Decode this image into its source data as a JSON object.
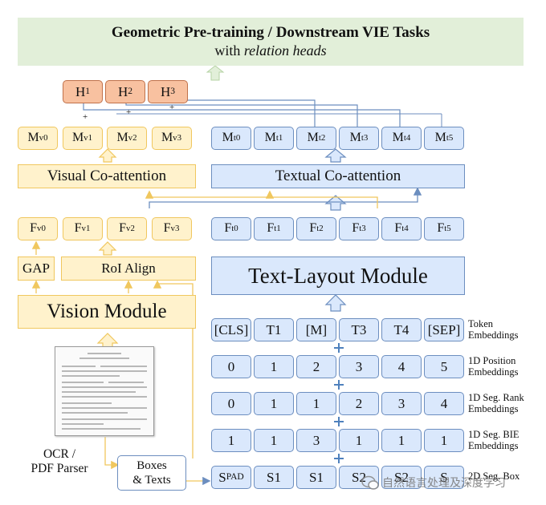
{
  "header": {
    "title": "Geometric Pre-training / Downstream VIE Tasks",
    "subtitle_prefix": "with ",
    "subtitle_em": "relation heads"
  },
  "heads": [
    {
      "base": "H",
      "sub": "1"
    },
    {
      "base": "H",
      "sub": "2"
    },
    {
      "base": "H",
      "sub": "3"
    }
  ],
  "plus_sign": "+",
  "visual_outputs": [
    {
      "base": "M",
      "sub": "v0"
    },
    {
      "base": "M",
      "sub": "v1"
    },
    {
      "base": "M",
      "sub": "v2"
    },
    {
      "base": "M",
      "sub": "v3"
    }
  ],
  "textual_outputs": [
    {
      "base": "M",
      "sub": "t0"
    },
    {
      "base": "M",
      "sub": "t1"
    },
    {
      "base": "M",
      "sub": "t2"
    },
    {
      "base": "M",
      "sub": "t3"
    },
    {
      "base": "M",
      "sub": "t4"
    },
    {
      "base": "M",
      "sub": "t5"
    }
  ],
  "visual_coattention": "Visual Co-attention",
  "textual_coattention": "Textual Co-attention",
  "visual_features": [
    {
      "base": "F",
      "sub": "v0"
    },
    {
      "base": "F",
      "sub": "v1"
    },
    {
      "base": "F",
      "sub": "v2"
    },
    {
      "base": "F",
      "sub": "v3"
    }
  ],
  "text_features": [
    {
      "base": "F",
      "sub": "t0"
    },
    {
      "base": "F",
      "sub": "t1"
    },
    {
      "base": "F",
      "sub": "t2"
    },
    {
      "base": "F",
      "sub": "t3"
    },
    {
      "base": "F",
      "sub": "t4"
    },
    {
      "base": "F",
      "sub": "t5"
    }
  ],
  "gap": "GAP",
  "roi_align": "RoI Align",
  "vision_module": "Vision Module",
  "text_layout_module": "Text-Layout Module",
  "parser_label": "OCR /\nPDF Parser",
  "boxes_texts": "Boxes\n& Texts",
  "embedding_rows": [
    {
      "label": "Token\nEmbeddings",
      "cells": [
        {
          "base": "[CLS]"
        },
        {
          "base": "T1"
        },
        {
          "base": "[M]"
        },
        {
          "base": "T3"
        },
        {
          "base": "T4"
        },
        {
          "base": "[SEP]"
        }
      ]
    },
    {
      "label": "1D Position\nEmbeddings",
      "cells": [
        {
          "base": "0"
        },
        {
          "base": "1"
        },
        {
          "base": "2"
        },
        {
          "base": "3"
        },
        {
          "base": "4"
        },
        {
          "base": "5"
        }
      ]
    },
    {
      "label": "1D Seg. Rank\nEmbeddings",
      "cells": [
        {
          "base": "0"
        },
        {
          "base": "1"
        },
        {
          "base": "1"
        },
        {
          "base": "2"
        },
        {
          "base": "3"
        },
        {
          "base": "4"
        }
      ]
    },
    {
      "label": "1D Seg. BIE\nEmbeddings",
      "cells": [
        {
          "base": "1"
        },
        {
          "base": "1"
        },
        {
          "base": "3"
        },
        {
          "base": "1"
        },
        {
          "base": "1"
        },
        {
          "base": "1"
        }
      ]
    },
    {
      "label": "2D Seg. Box",
      "cells": [
        {
          "base": "S",
          "sub": "PAD"
        },
        {
          "base": "S1"
        },
        {
          "base": "S1"
        },
        {
          "base": "S2"
        },
        {
          "base": "S2"
        },
        {
          "base": "S"
        }
      ]
    }
  ],
  "watermark": "自然语言处理及深度学习",
  "colors": {
    "visual_fill": "#fff2cc",
    "visual_stroke": "#f0c75e",
    "text_fill": "#dae8fc",
    "text_stroke": "#6c8ebf",
    "head_fill": "#f8c1a0",
    "banner_fill": "#e2efd9"
  },
  "icons": {
    "plus": "plus-icon",
    "document": "document-thumbnail-icon",
    "watermark": "wechat-logo-icon"
  }
}
